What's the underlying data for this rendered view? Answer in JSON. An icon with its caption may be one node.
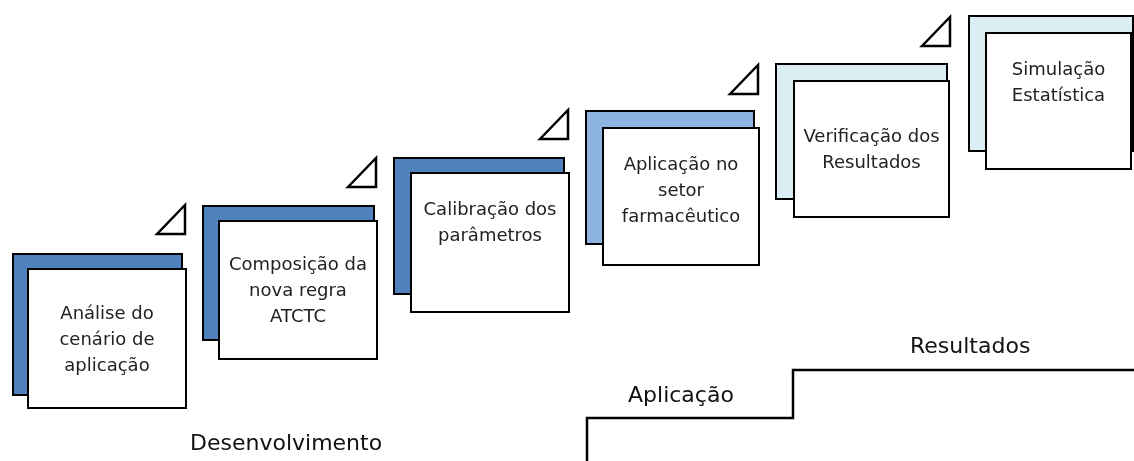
{
  "diagram": {
    "nodes": [
      {
        "text": [
          "Análise do cenário de aplicação"
        ]
      },
      {
        "text": [
          "Composição da nova regra ATCTC"
        ]
      },
      {
        "text": [
          "Calibração dos parâmetros"
        ]
      },
      {
        "text": [
          "Aplicação no setor farmacêutico"
        ]
      },
      {
        "text": [
          "Verificação dos Resultados"
        ]
      },
      {
        "text": [
          "Simulação Estatística"
        ]
      }
    ],
    "edges": [],
    "labels": [
      "Resultados",
      "Aplicação",
      "Desenvolvimento"
    ]
  }
}
